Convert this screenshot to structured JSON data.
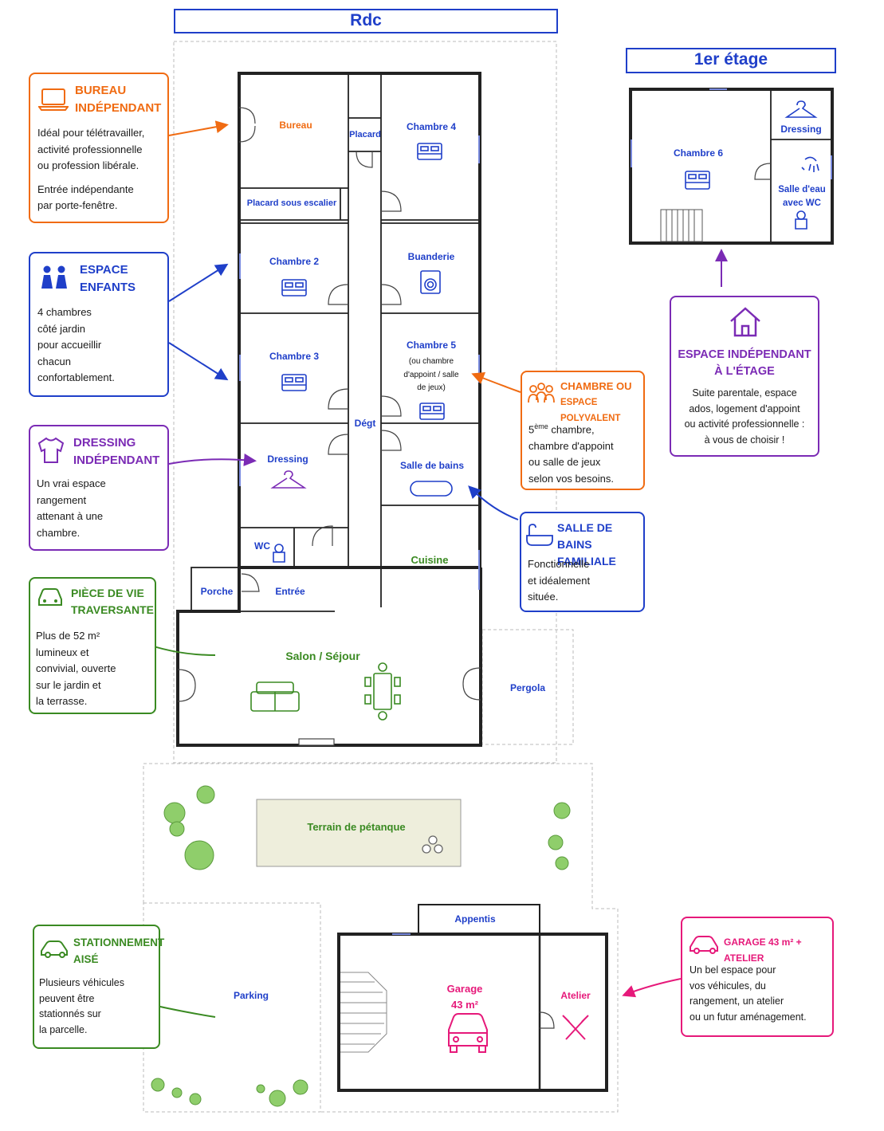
{
  "titles": {
    "ground_floor": "Rdc",
    "first_floor": "1er étage"
  },
  "rooms": {
    "bureau": "Bureau",
    "placard": "Placard",
    "chambre4": "Chambre 4",
    "placard_escalier": "Placard sous escalier",
    "chambre2": "Chambre 2",
    "buanderie": "Buanderie",
    "chambre3": "Chambre 3",
    "chambre5": "Chambre 5",
    "chambre5_note": [
      "(ou chambre",
      "d'appoint / salle",
      "de jeux)"
    ],
    "degt": "Dégt",
    "dressing": "Dressing",
    "salle_de_bains": "Salle de bains",
    "wc": "WC",
    "cuisine": "Cuisine",
    "porche": "Porche",
    "entree": "Entrée",
    "salon": "Salon / Séjour",
    "pergola": "Pergola",
    "chambre6": "Chambre 6",
    "dressing_etage": "Dressing",
    "salle_eau": [
      "Salle d'eau",
      "avec WC"
    ],
    "petanque": "Terrain de pétanque",
    "appentis": "Appentis",
    "parking": "Parking",
    "garage": [
      "Garage",
      "43 m²"
    ],
    "atelier": "Atelier"
  },
  "cards": {
    "bureau": {
      "title": [
        "BUREAU",
        "INDÉPENDANT"
      ],
      "text": [
        "Idéal pour télétravailler,",
        "activité professionnelle",
        "ou profession libérale."
      ],
      "text2": [
        "Entrée indépendante",
        "par porte-fenêtre."
      ],
      "icon": "laptop-icon"
    },
    "enfants": {
      "title": [
        "ESPACE",
        "ENFANTS"
      ],
      "text": [
        "4 chambres",
        "côté jardin",
        "pour accueillir",
        "chacun",
        "confortablement."
      ],
      "icon": "children-icon"
    },
    "dressing": {
      "title": [
        "DRESSING",
        "INDÉPENDANT"
      ],
      "text": [
        "Un vrai espace",
        "rangement",
        "attenant à une",
        "chambre."
      ],
      "icon": "shirt-icon"
    },
    "piece_vie": {
      "title": [
        "PIÈCE DE VIE",
        "TRAVERSANTE"
      ],
      "text": [
        "Plus de 52 m²",
        "lumineux et",
        "convivial, ouverte",
        "sur le jardin et",
        "la terrasse."
      ],
      "icon": "car-icon"
    },
    "stationnement": {
      "title": [
        "STATIONNEMENT",
        "AISÉ"
      ],
      "text": [
        "Plusieurs véhicules",
        "peuvent être",
        "stationnés sur",
        "la parcelle."
      ],
      "icon": "car-icon"
    },
    "chambre_poly": {
      "title": [
        "CHAMBRE OU",
        "ESPACE POLYVALENT"
      ],
      "text_sup": "ème",
      "text_first": "5",
      "text_first_rest": " chambre,",
      "text": [
        "chambre d'appoint",
        "ou salle de jeux",
        "selon vos besoins."
      ],
      "icon": "group-icon"
    },
    "sdb": {
      "title": [
        "SALLE DE BAINS",
        "FAMILIALE"
      ],
      "text": [
        "Fonctionnelle",
        "et idéalement",
        "située."
      ],
      "icon": "bathtub-icon"
    },
    "etage": {
      "title": [
        "ESPACE INDÉPENDANT",
        "À L'ÉTAGE"
      ],
      "text": [
        "Suite parentale, espace",
        "ados, logement d'appoint",
        "ou activité professionnelle :",
        "à vous de choisir !"
      ],
      "icon": "house-icon"
    },
    "garage": {
      "title": [
        "GARAGE 43 m² + ATELIER"
      ],
      "text": [
        "Un bel espace pour",
        "vos véhicules, du",
        "rangement, un atelier",
        "ou un futur aménagement."
      ],
      "icon": "car-icon"
    }
  },
  "colors": {
    "blue": "#1f3fc9",
    "orange": "#f06b12",
    "green": "#3a8a22",
    "purple": "#7b2bb5",
    "pink": "#e6197a",
    "wall": "#222222"
  }
}
